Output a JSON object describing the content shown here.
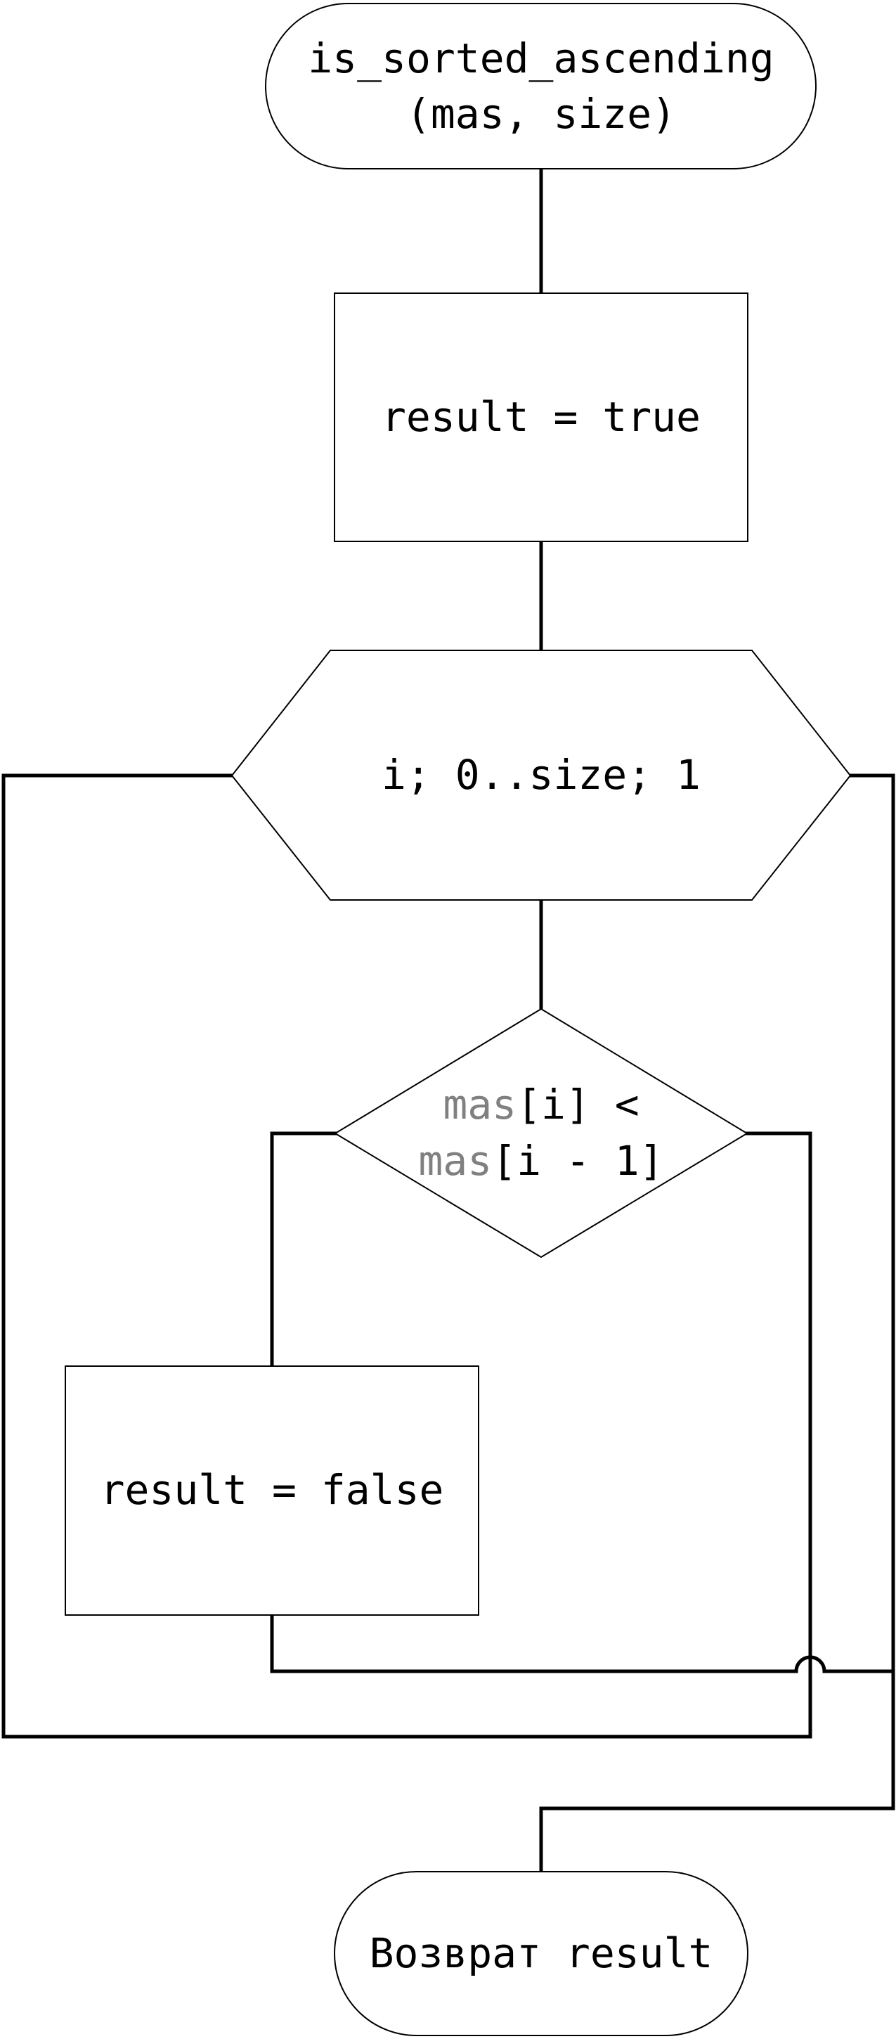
{
  "start": {
    "line1": "is_sorted_ascending",
    "line2": "(mas, size)"
  },
  "init": {
    "text": "result = true"
  },
  "loop": {
    "text": "i; 0..size; 1"
  },
  "condition": {
    "line1_var": "mas",
    "line1_rest": "[i] <",
    "line2_var": "mas",
    "line2_rest": "[i - 1]"
  },
  "assign": {
    "text": "result = false"
  },
  "end": {
    "text": "Возврат result"
  },
  "colors": {
    "stroke": "#000000",
    "dim_text": "#808080",
    "background": "#ffffff"
  }
}
